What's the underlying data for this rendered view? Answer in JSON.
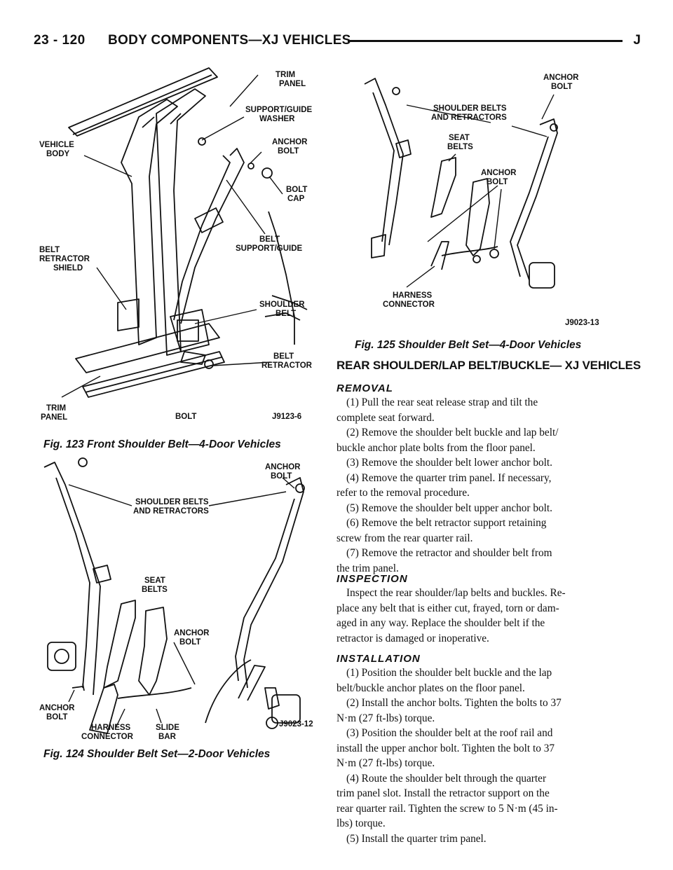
{
  "header": {
    "page_number": "23 - 120",
    "section_title": "BODY COMPONENTS—XJ VEHICLES",
    "letter": "J"
  },
  "fig123": {
    "caption": "Fig. 123 Front Shoulder Belt—4-Door Vehicles",
    "code": "J9123-6",
    "labels": {
      "trim_panel_top_1": "TRIM",
      "trim_panel_top_2": "PANEL",
      "support_guide_washer_1": "SUPPORT/GUIDE",
      "support_guide_washer_2": "WASHER",
      "vehicle_body_1": "VEHICLE",
      "vehicle_body_2": "BODY",
      "anchor_bolt_1": "ANCHOR",
      "anchor_bolt_2": "BOLT",
      "bolt_cap_1": "BOLT",
      "bolt_cap_2": "CAP",
      "belt_support_guide_1": "BELT",
      "belt_support_guide_2": "SUPPORT/GUIDE",
      "belt_retractor_shield_1": "BELT",
      "belt_retractor_shield_2": "RETRACTOR",
      "belt_retractor_shield_3": "SHIELD",
      "shoulder_belt_1": "SHOULDER",
      "shoulder_belt_2": "BELT",
      "belt_retractor_1": "BELT",
      "belt_retractor_2": "RETRACTOR",
      "trim_panel_bottom_1": "TRIM",
      "trim_panel_bottom_2": "PANEL",
      "bolt": "BOLT"
    }
  },
  "fig124": {
    "caption": "Fig. 124 Shoulder Belt Set—2-Door Vehicles",
    "code": "J9023-12",
    "labels": {
      "anchor_bolt_top_1": "ANCHOR",
      "anchor_bolt_top_2": "BOLT",
      "shoulder_belts_1": "SHOULDER BELTS",
      "shoulder_belts_2": "AND RETRACTORS",
      "seat_belts_1": "SEAT",
      "seat_belts_2": "BELTS",
      "anchor_bolt_mid_1": "ANCHOR",
      "anchor_bolt_mid_2": "BOLT",
      "anchor_bolt_left_1": "ANCHOR",
      "anchor_bolt_left_2": "BOLT",
      "harness_connector_1": "HARNESS",
      "harness_connector_2": "CONNECTOR",
      "slide_bar_1": "SLIDE",
      "slide_bar_2": "BAR"
    }
  },
  "fig125": {
    "caption": "Fig. 125 Shoulder Belt Set—4-Door Vehicles",
    "code": "J9023-13",
    "labels": {
      "anchor_bolt_top_1": "ANCHOR",
      "anchor_bolt_top_2": "BOLT",
      "shoulder_belts_1": "SHOULDER BELTS",
      "shoulder_belts_2": "AND RETRACTORS",
      "seat_belts_1": "SEAT",
      "seat_belts_2": "BELTS",
      "anchor_bolt_mid_1": "ANCHOR",
      "anchor_bolt_mid_2": "BOLT",
      "harness_connector_1": "HARNESS",
      "harness_connector_2": "CONNECTOR"
    }
  },
  "section": {
    "title": "REAR SHOULDER/LAP BELT/BUCKLE— XJ VEHICLES",
    "removal": {
      "heading": "REMOVAL",
      "lines": [
        "(1) Pull the rear seat release strap and tilt the",
        "complete seat forward.",
        "(2) Remove the shoulder belt buckle and lap belt/",
        "buckle anchor plate bolts from the floor panel.",
        "(3) Remove the shoulder belt lower anchor bolt.",
        "(4) Remove the quarter trim panel. If necessary,",
        "refer to the removal procedure.",
        "(5) Remove the shoulder belt upper anchor bolt.",
        "(6) Remove the belt retractor support retaining",
        "screw from the rear quarter rail.",
        "(7) Remove the retractor and shoulder belt from",
        "the trim panel."
      ]
    },
    "inspection": {
      "heading": "INSPECTION",
      "lines": [
        "Inspect the rear shoulder/lap belts and buckles. Re-",
        "place any belt that is either cut, frayed, torn or dam-",
        "aged in any way. Replace the shoulder belt if the",
        "retractor is damaged or inoperative."
      ]
    },
    "installation": {
      "heading": "INSTALLATION",
      "lines": [
        "(1) Position the shoulder belt buckle and the lap",
        "belt/buckle anchor plates on the floor panel.",
        "(2) Install the anchor bolts. Tighten the bolts to 37",
        "N·m (27 ft-lbs) torque.",
        "(3) Position the shoulder belt at the roof rail and",
        "install the upper anchor bolt. Tighten the bolt to 37",
        "N·m (27 ft-lbs) torque.",
        "(4) Route the shoulder belt through the quarter",
        "trim panel slot. Install the retractor support on the",
        "rear quarter rail. Tighten the screw to 5 N·m (45 in-",
        "lbs) torque.",
        "(5) Install the quarter trim panel."
      ]
    }
  }
}
